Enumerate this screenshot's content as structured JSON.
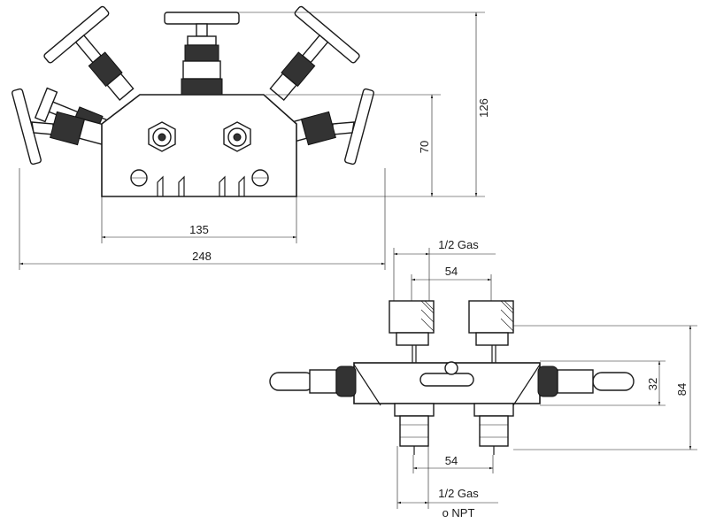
{
  "front_view": {
    "dim_height_total": "126",
    "dim_height_body": "70",
    "dim_width_body": "135",
    "dim_width_total": "248"
  },
  "bottom_view": {
    "top_connection": "1/2 Gas",
    "top_spacing": "54",
    "dim_body_height": "32",
    "dim_total_height": "84",
    "bottom_spacing": "54",
    "bottom_connection": "1/2 Gas",
    "bottom_connection_alt": "o NPT"
  }
}
